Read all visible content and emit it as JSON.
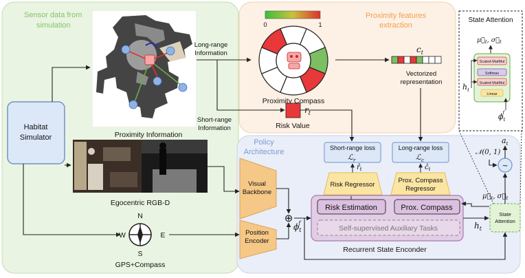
{
  "sections": {
    "sensor_title_1": "Sensor data from",
    "sensor_title_2": "simulation",
    "proximity_title_1": "Proximity features",
    "proximity_title_2": "extraction",
    "policy_title_1": "Policy",
    "policy_title_2": "Architecture"
  },
  "habitat": {
    "line1": "Habitat",
    "line2": "Simulator"
  },
  "labels": {
    "proximity_information": "Proximity Information",
    "long_range_1": "Long-range",
    "long_range_2": "Information",
    "short_range_1": "Short-range",
    "short_range_2": "Information",
    "egocentric": "Egocentric RGB-D",
    "gps_compass": "GPS+Compass",
    "proximity_compass": "Proximity Compass",
    "risk_value": "Risk Value",
    "vectorized_1": "Vectorized",
    "vectorized_2": "representation",
    "visual_backbone_1": "Visual",
    "visual_backbone_2": "Backbone",
    "position_encoder_1": "Position",
    "position_encoder_2": "Encoder",
    "short_range_loss": "Short-range loss",
    "long_range_loss": "Long-range loss",
    "risk_regressor": "Risk Regressor",
    "prox_compass_regressor_1": "Prox. Compass",
    "prox_compass_regressor_2": "Regressor",
    "risk_estimation": "Risk Estimation",
    "prox_compass": "Prox. Compass",
    "self_supervised": "Self-supervised Auxiliary Tasks",
    "recurrent_state_encoder": "Recurrent State Enconder",
    "state_attention_1": "State",
    "state_attention_2": "Attention",
    "state_attention_title": "State Attention",
    "scaled_matmul_top": "Scaled-MatMul",
    "softmax": "Softmax",
    "scaled_matmul_bottom": "Scaled-MatMul",
    "linear": "Linear"
  },
  "colorbar": {
    "min": "0",
    "max": "1"
  },
  "compass_letters": {
    "north": "N",
    "south": "S",
    "east": "E",
    "west": "W"
  },
  "math": {
    "c_t": "c",
    "c_t_sub": "t",
    "r_t": "r",
    "r_t_sub": "t",
    "L_r": "ℒ",
    "L_r_sub": "r",
    "L_c": "ℒ",
    "L_c_sub": "c",
    "r_hat": "r̂",
    "r_hat_sub": "t",
    "c_hat": "ĉ",
    "c_hat_sub": "t",
    "phi_t": "ϕ",
    "phi_t_sub": "t",
    "phi_t_sup": "f",
    "h_t": "h",
    "h_t_sub": "t",
    "mu_sigma": "μ⃗",
    "mu_sigma_rest": ", σ⃗",
    "mu_sigma_sub": "t",
    "normal": "𝒩(0, 1)",
    "a_t": "a",
    "a_t_sub": "t",
    "oplus": "⊕",
    "tilde": "~"
  },
  "colors": {
    "sensor_bg": "#eaf4e2",
    "proximity_bg": "#fdf0e4",
    "policy_bg": "#e9eef8",
    "habitat_fill": "#dce8f8",
    "loss_fill": "#dce8f8",
    "regressor_fill": "#fbe5a3",
    "encoder_fill": "#f5c887",
    "recurrent_fill": "#e2cce6",
    "state_attention_fill": "#e3f3d6",
    "risk_red": "#e8383a",
    "compass_green": "#7cbf63"
  },
  "compass_segments": [
    "white",
    "white",
    "green",
    "red",
    "white",
    "white",
    "white",
    "red"
  ]
}
